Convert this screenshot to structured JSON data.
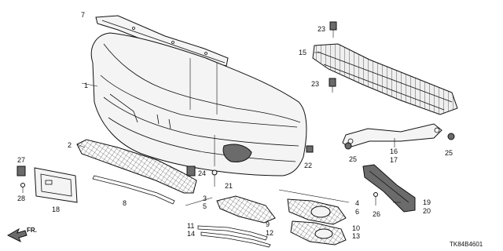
{
  "diagram": {
    "ref_code": "TK84B4601",
    "direction_label": "FR.",
    "callouts": [
      "1",
      "2",
      "3",
      "4",
      "5",
      "6",
      "7",
      "8",
      "9",
      "10",
      "11",
      "12",
      "13",
      "14",
      "15",
      "16",
      "17",
      "18",
      "19",
      "20",
      "21",
      "22",
      "23",
      "23",
      "24",
      "25",
      "25",
      "26",
      "27",
      "28"
    ]
  },
  "colors": {
    "line": "#111111",
    "background": "#ffffff",
    "fill_light": "#f4f4f4",
    "fill_dark": "#6b6b6b"
  }
}
